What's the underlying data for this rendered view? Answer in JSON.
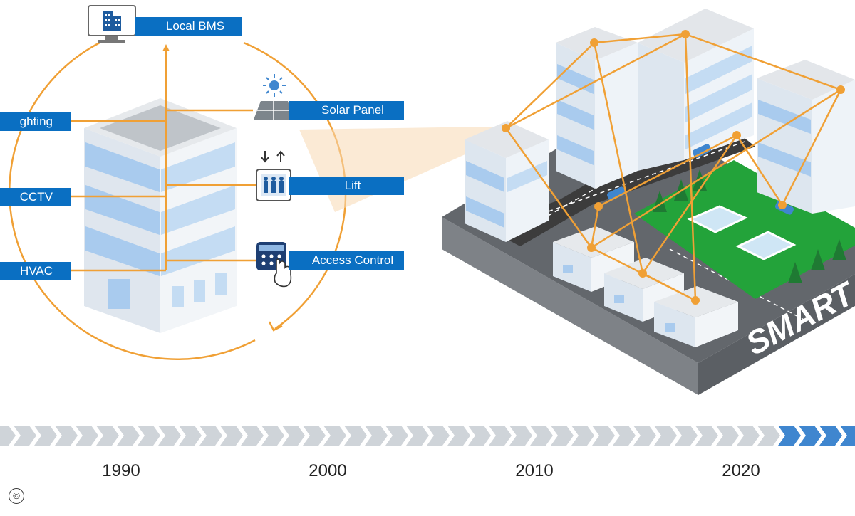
{
  "bms": {
    "labels": {
      "local_bms": "Local BMS",
      "lighting": "ghting",
      "cctv": "CCTV",
      "hvac": "HVAC",
      "solar_panel": "Solar Panel",
      "lift": "Lift",
      "access_control": "Access Control"
    },
    "icons": [
      "monitor-building-icon",
      "sun-icon",
      "solar-panel-icon",
      "lift-arrows-icon",
      "lift-people-icon",
      "keypad-hand-icon"
    ]
  },
  "city": {
    "label": "SMART"
  },
  "timeline": {
    "years": [
      "1990",
      "2000",
      "2010",
      "2020"
    ],
    "past_color": "#cfd4d9",
    "future_color": "#3f86cf"
  },
  "footer": {
    "copyright": "©"
  },
  "colors": {
    "label_blue": "#0a6fc2",
    "network_orange": "#f0a035",
    "road": "#4a4a4a",
    "park": "#23a33a"
  }
}
